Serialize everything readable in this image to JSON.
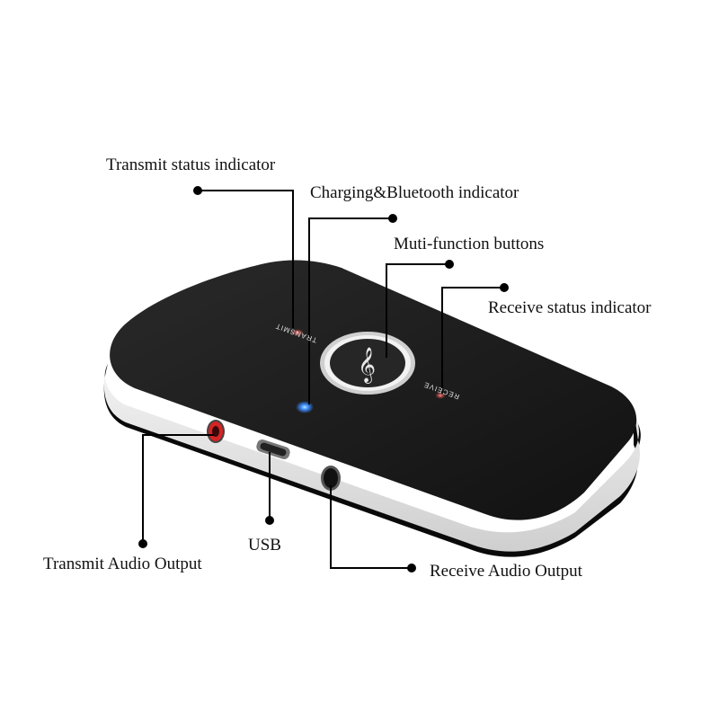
{
  "diagram": {
    "subject": "Bluetooth transmitter/receiver device",
    "device_text": {
      "transmit": "TRANSMIT",
      "receive": "RECEIVE"
    },
    "colors": {
      "device_top": "#1c1c1c",
      "device_side": "#e8e8e8",
      "led_blue": "#3a8cff",
      "led_red": "#e23b3b",
      "leader_line": "#000000"
    },
    "callouts": [
      {
        "id": "transmit-status-indicator",
        "label": "Transmit status indicator"
      },
      {
        "id": "charging-bluetooth-indicator",
        "label": "Charging&Bluetooth indicator"
      },
      {
        "id": "multi-function-buttons",
        "label": "Muti-function buttons"
      },
      {
        "id": "receive-status-indicator",
        "label": "Receive status indicator"
      },
      {
        "id": "transmit-audio-output",
        "label": "Transmit Audio Output"
      },
      {
        "id": "usb",
        "label": "USB"
      },
      {
        "id": "receive-audio-output",
        "label": "Receive Audio Output"
      }
    ]
  }
}
